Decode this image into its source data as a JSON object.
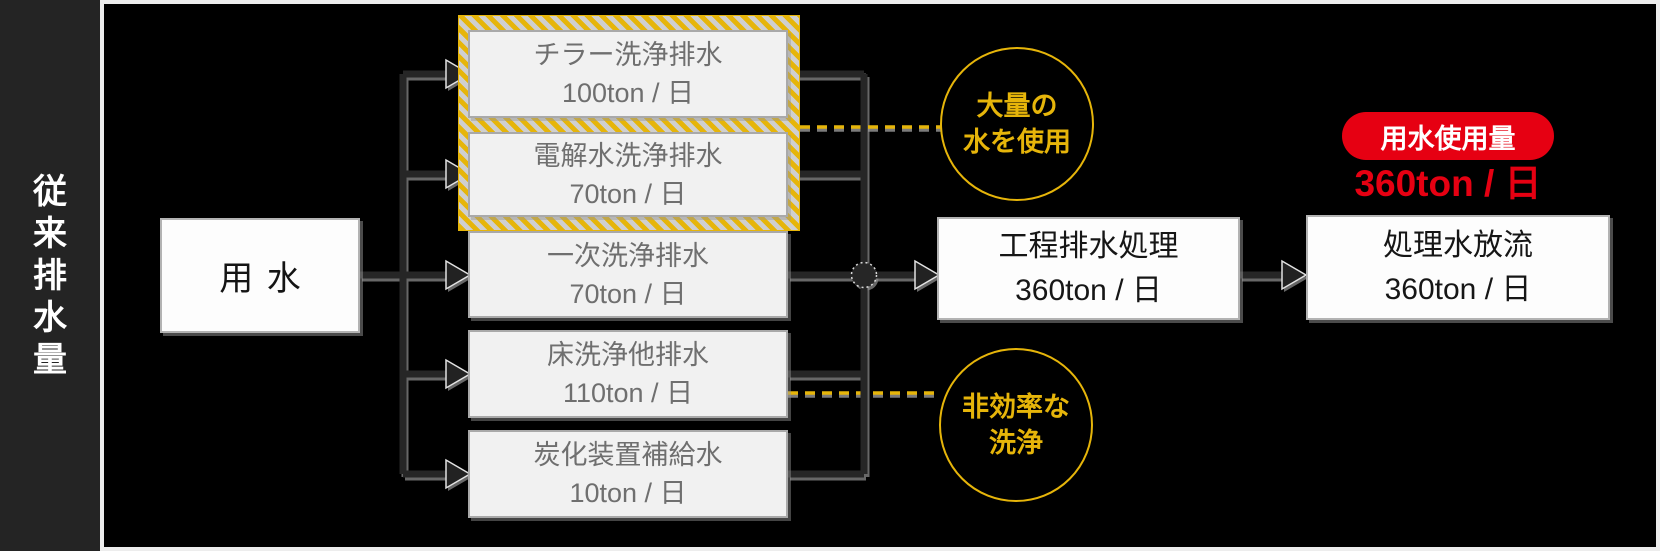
{
  "sidebar": {
    "title": "従来排水量",
    "chars": [
      "従",
      "来",
      "排",
      "水",
      "量"
    ]
  },
  "source_box": {
    "label": "用水"
  },
  "drain_boxes": [
    {
      "name": "チラー洗浄排水",
      "amount": "100ton / 日",
      "highlighted": true
    },
    {
      "name": "電解水洗浄排水",
      "amount": "70ton / 日",
      "highlighted": true
    },
    {
      "name": "一次洗浄排水",
      "amount": "70ton / 日",
      "highlighted": false
    },
    {
      "name": "床洗浄他排水",
      "amount": "110ton / 日",
      "highlighted": false
    },
    {
      "name": "炭化装置補給水",
      "amount": "10ton / 日",
      "highlighted": false
    }
  ],
  "process_box": {
    "name": "工程排水処理",
    "amount": "360ton / 日"
  },
  "discharge_box": {
    "name": "処理水放流",
    "amount": "360ton / 日"
  },
  "callouts": [
    {
      "line1": "大量の",
      "line2": "水を使用"
    },
    {
      "line1": "非効率な",
      "line2": "洗浄"
    }
  ],
  "usage_badge": {
    "label": "用水使用量",
    "value": "360ton / 日"
  },
  "colors": {
    "accent_yellow": "#e6b50a",
    "accent_red": "#e60012",
    "arrow_black": "#262626",
    "panel_background": "#000000"
  }
}
